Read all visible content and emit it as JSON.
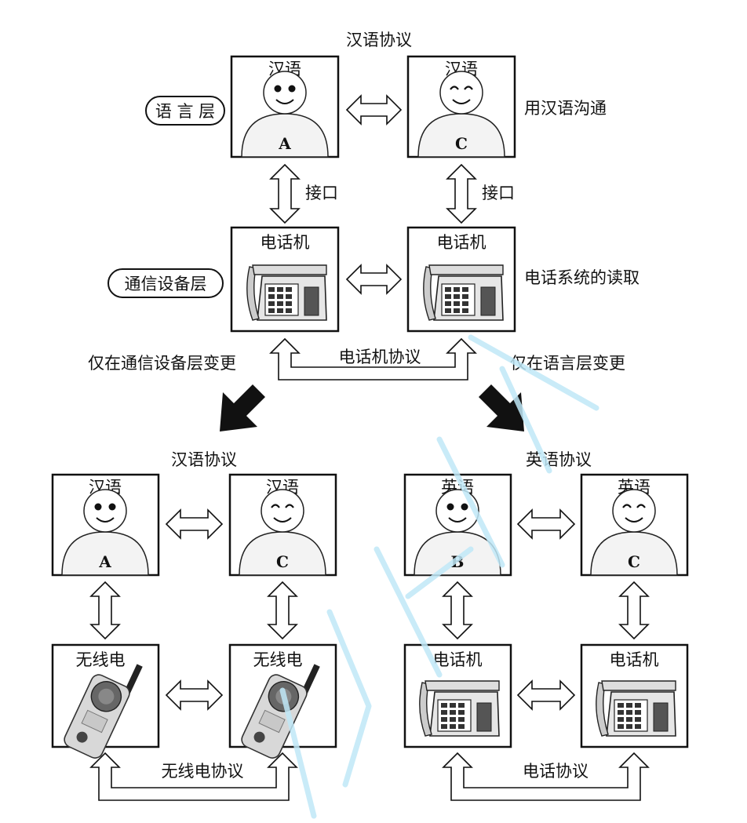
{
  "top": {
    "protocol_label": "汉语协议",
    "layer_language": "语 言 层",
    "layer_device": "通信设备层",
    "left_person": {
      "language": "汉语",
      "letter": "A"
    },
    "right_person": {
      "language": "汉语",
      "letter": "C"
    },
    "right_note_language": "用汉语沟通",
    "interface_left": "接口",
    "interface_right": "接口",
    "left_device": "电话机",
    "right_device": "电话机",
    "right_note_device": "电话系统的读取",
    "device_protocol": "电话机协议",
    "change_left": "仅在通信设备层变更",
    "change_right": "仅在语言层变更"
  },
  "bottom_left": {
    "protocol_label": "汉语协议",
    "left_person": {
      "language": "汉语",
      "letter": "A"
    },
    "right_person": {
      "language": "汉语",
      "letter": "C"
    },
    "left_device": "无线电",
    "right_device": "无线电",
    "device_protocol": "无线电协议"
  },
  "bottom_right": {
    "protocol_label": "英语协议",
    "left_person": {
      "language": "英语",
      "letter": "B"
    },
    "right_person": {
      "language": "英语",
      "letter": "C"
    },
    "left_device": "电话机",
    "right_device": "电话机",
    "device_protocol": "电话协议"
  },
  "colors": {
    "line": "#111111",
    "watermark": "#bfe8f7"
  }
}
